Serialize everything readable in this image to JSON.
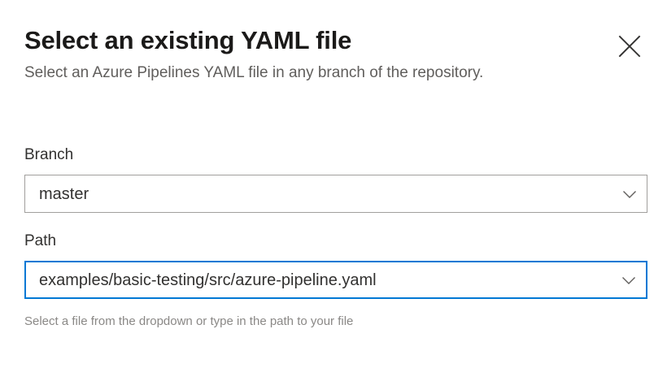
{
  "panel": {
    "title": "Select an existing YAML file",
    "subtitle": "Select an Azure Pipelines YAML file in any branch of the repository.",
    "close_icon": "close-icon",
    "close_label": "Close"
  },
  "form": {
    "branch": {
      "label": "Branch",
      "value": "master",
      "chevron_icon": "chevron-down-icon",
      "state": "normal"
    },
    "path": {
      "label": "Path",
      "value": "examples/basic-testing/src/azure-pipeline.yaml",
      "chevron_icon": "chevron-down-icon",
      "state": "focused",
      "hint": "Select a file from the dropdown or type in the path to your file"
    }
  },
  "colors": {
    "accent": "#0078d4",
    "border": "#a19f9d",
    "title_text": "#1b1a19",
    "subtitle_text": "#605e5c",
    "label_text": "#323130",
    "hint_text": "#8a8886",
    "background": "#ffffff"
  }
}
